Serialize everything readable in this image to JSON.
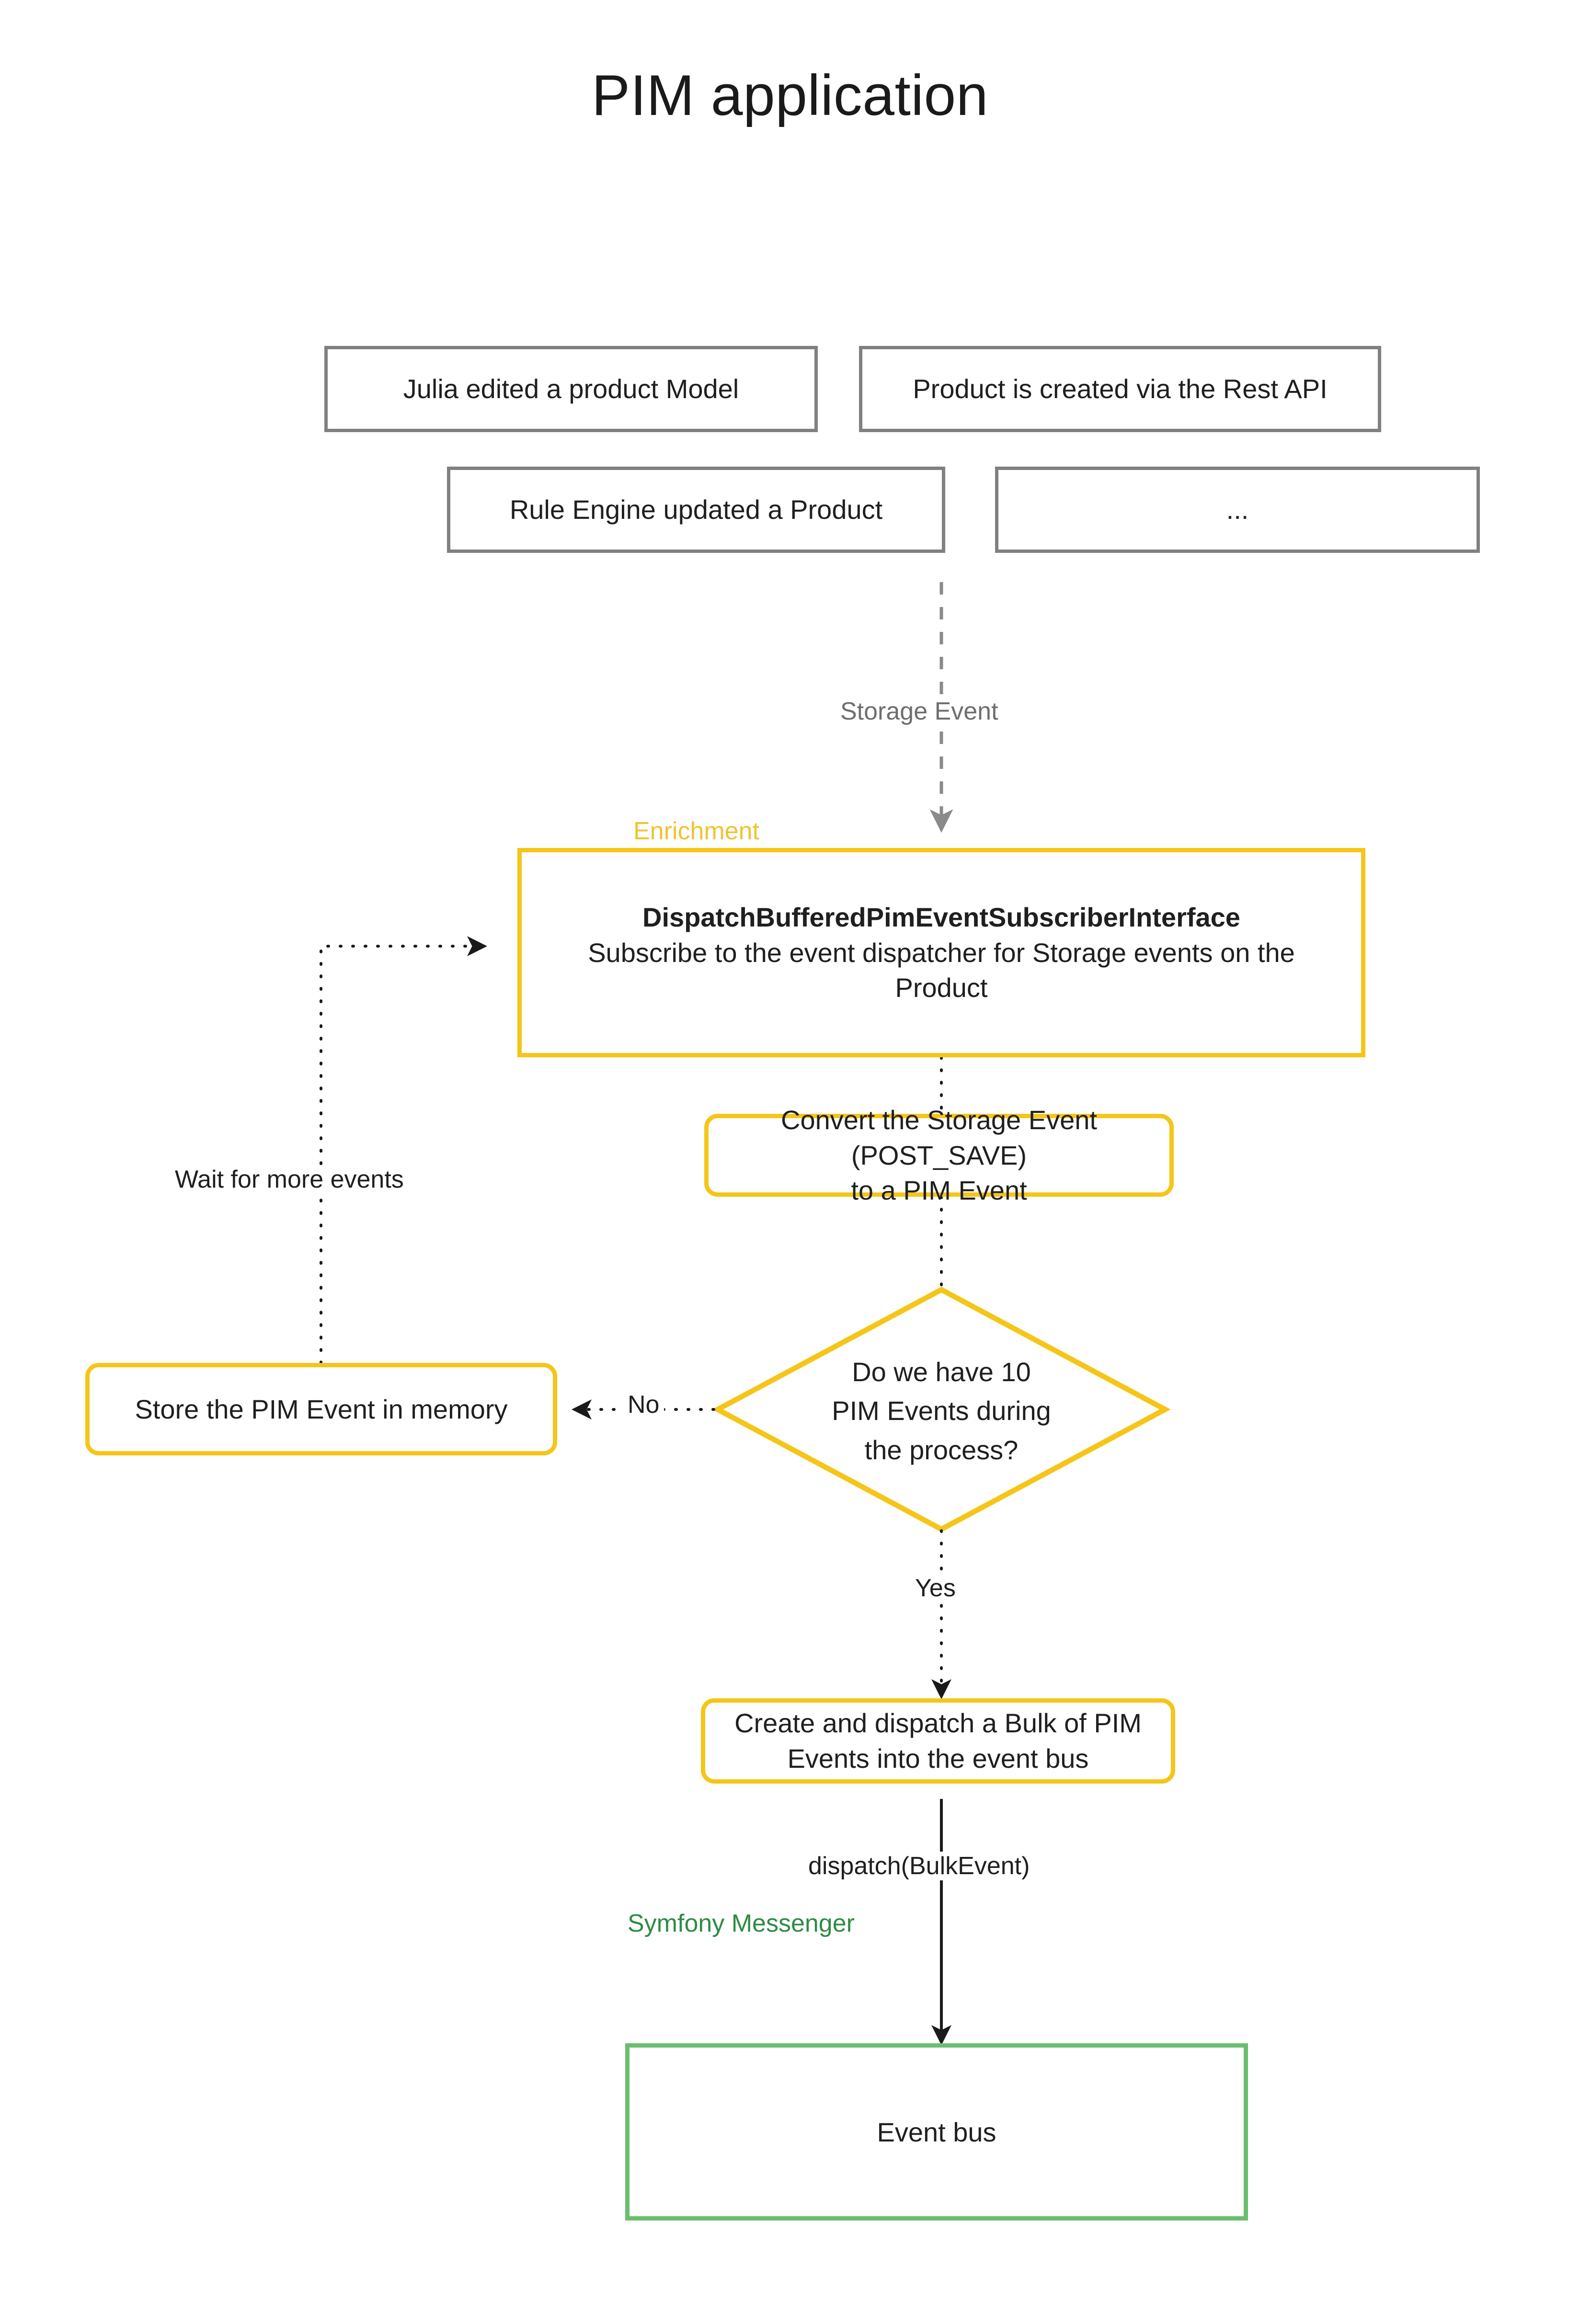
{
  "page": {
    "title": "PIM application",
    "background_color": "#ffffff"
  },
  "colors": {
    "accent_yellow": "#F5C518",
    "accent_green": "#6ABE6E",
    "label_green": "#2E8B45",
    "label_yellow": "#F0C330",
    "grey_border": "#808080",
    "muted_text": "#6e6e6e",
    "text": "#1f1f1f"
  },
  "trigger_boxes": [
    {
      "label": "Julia edited a product Model"
    },
    {
      "label": "Product is created via the Rest API"
    },
    {
      "label": "Rule Engine updated a Product"
    },
    {
      "label": "..."
    }
  ],
  "lanes": {
    "enrichment": "Enrichment",
    "symfony_messenger": "Symfony Messenger"
  },
  "subscriber": {
    "title": "DispatchBufferedPimEventSubscriberInterface",
    "description_line1": "Subscribe to the event dispatcher for Storage events on the",
    "description_line2": "Product"
  },
  "convert": {
    "line1": "Convert the Storage Event (POST_SAVE)",
    "line2": "to a PIM Event"
  },
  "decision": {
    "line1": "Do we have 10",
    "line2": "PIM Events during",
    "line3": "the process?"
  },
  "store": {
    "label": "Store the PIM Event in memory"
  },
  "bulk": {
    "line1": "Create and dispatch a Bulk of PIM",
    "line2": "Events into the event bus"
  },
  "event_bus": {
    "label": "Event bus"
  },
  "edge_labels": {
    "storage_event": "Storage Event",
    "wait_for_more_events": "Wait for more events",
    "no": "No",
    "yes": "Yes",
    "dispatch_bulk_event": "dispatch(BulkEvent)"
  }
}
